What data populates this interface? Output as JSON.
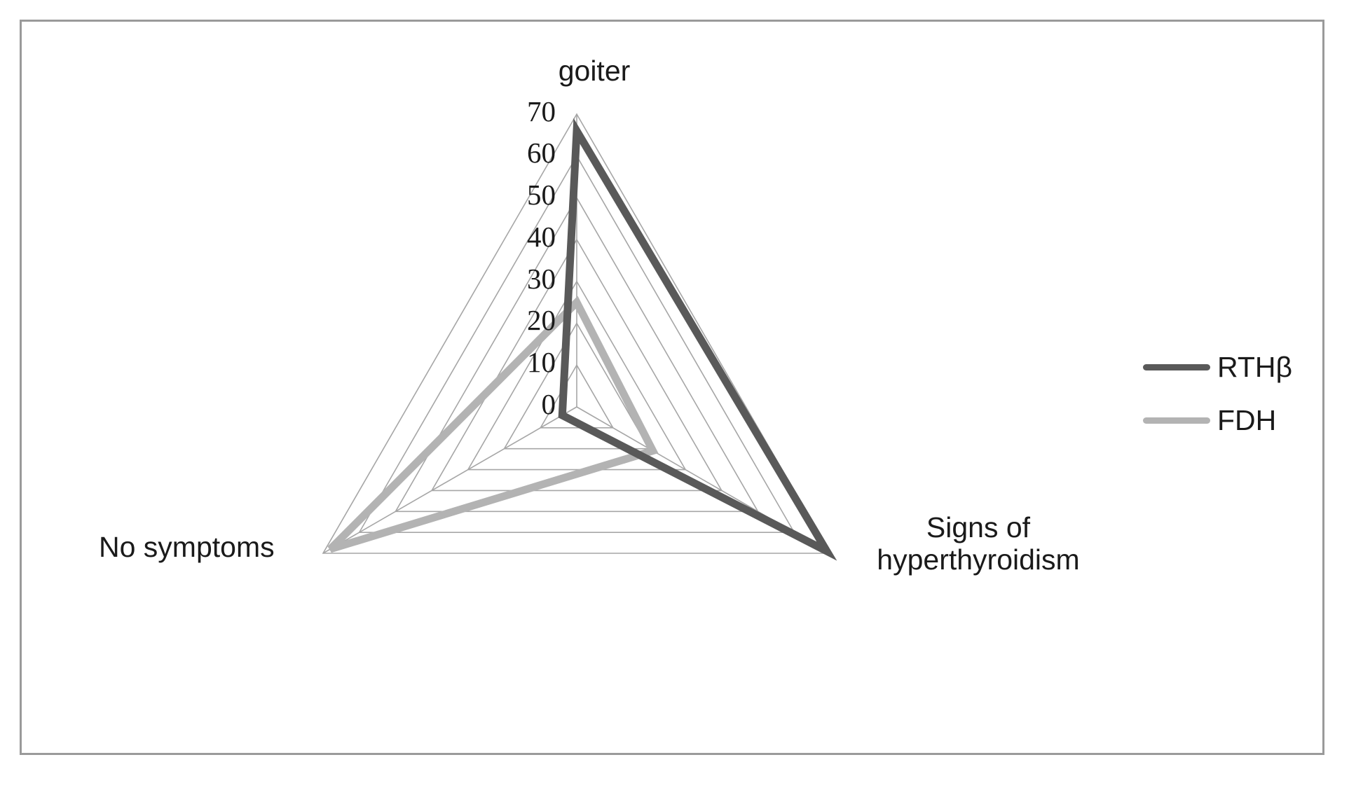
{
  "chart_data": {
    "type": "radar",
    "title": "",
    "categories": [
      "goiter",
      "Signs of hyperthyroidism",
      "No symptoms"
    ],
    "series": [
      {
        "name": "RTHβ",
        "values": [
          66,
          69,
          4
        ],
        "color": "#595959"
      },
      {
        "name": "FDH",
        "values": [
          25,
          21,
          68
        ],
        "color": "#b3b3b3"
      }
    ],
    "ticks": [
      70,
      60,
      50,
      40,
      30,
      20,
      10,
      0
    ],
    "rlim": [
      0,
      70
    ],
    "grid": true,
    "legend_position": "right",
    "xlabel": "",
    "ylabel": ""
  },
  "axes": {
    "top_label": "goiter",
    "right_label": "Signs of\nhyperthyroidism",
    "left_label": "No symptoms"
  },
  "tick_labels": {
    "t70": "70",
    "t60": "60",
    "t50": "50",
    "t40": "40",
    "t30": "30",
    "t20": "20",
    "t10": "10",
    "t0": "0"
  },
  "legend": {
    "entries": [
      {
        "label": "RTHβ",
        "color": "#595959"
      },
      {
        "label": "FDH",
        "color": "#b3b3b3"
      }
    ]
  },
  "colors": {
    "frame_border": "#9a9a9a",
    "grid": "#a6a6a6",
    "background": "#ffffff",
    "text": "#1a1a1a",
    "series_rthb": "#595959",
    "series_fdh": "#b3b3b3"
  }
}
